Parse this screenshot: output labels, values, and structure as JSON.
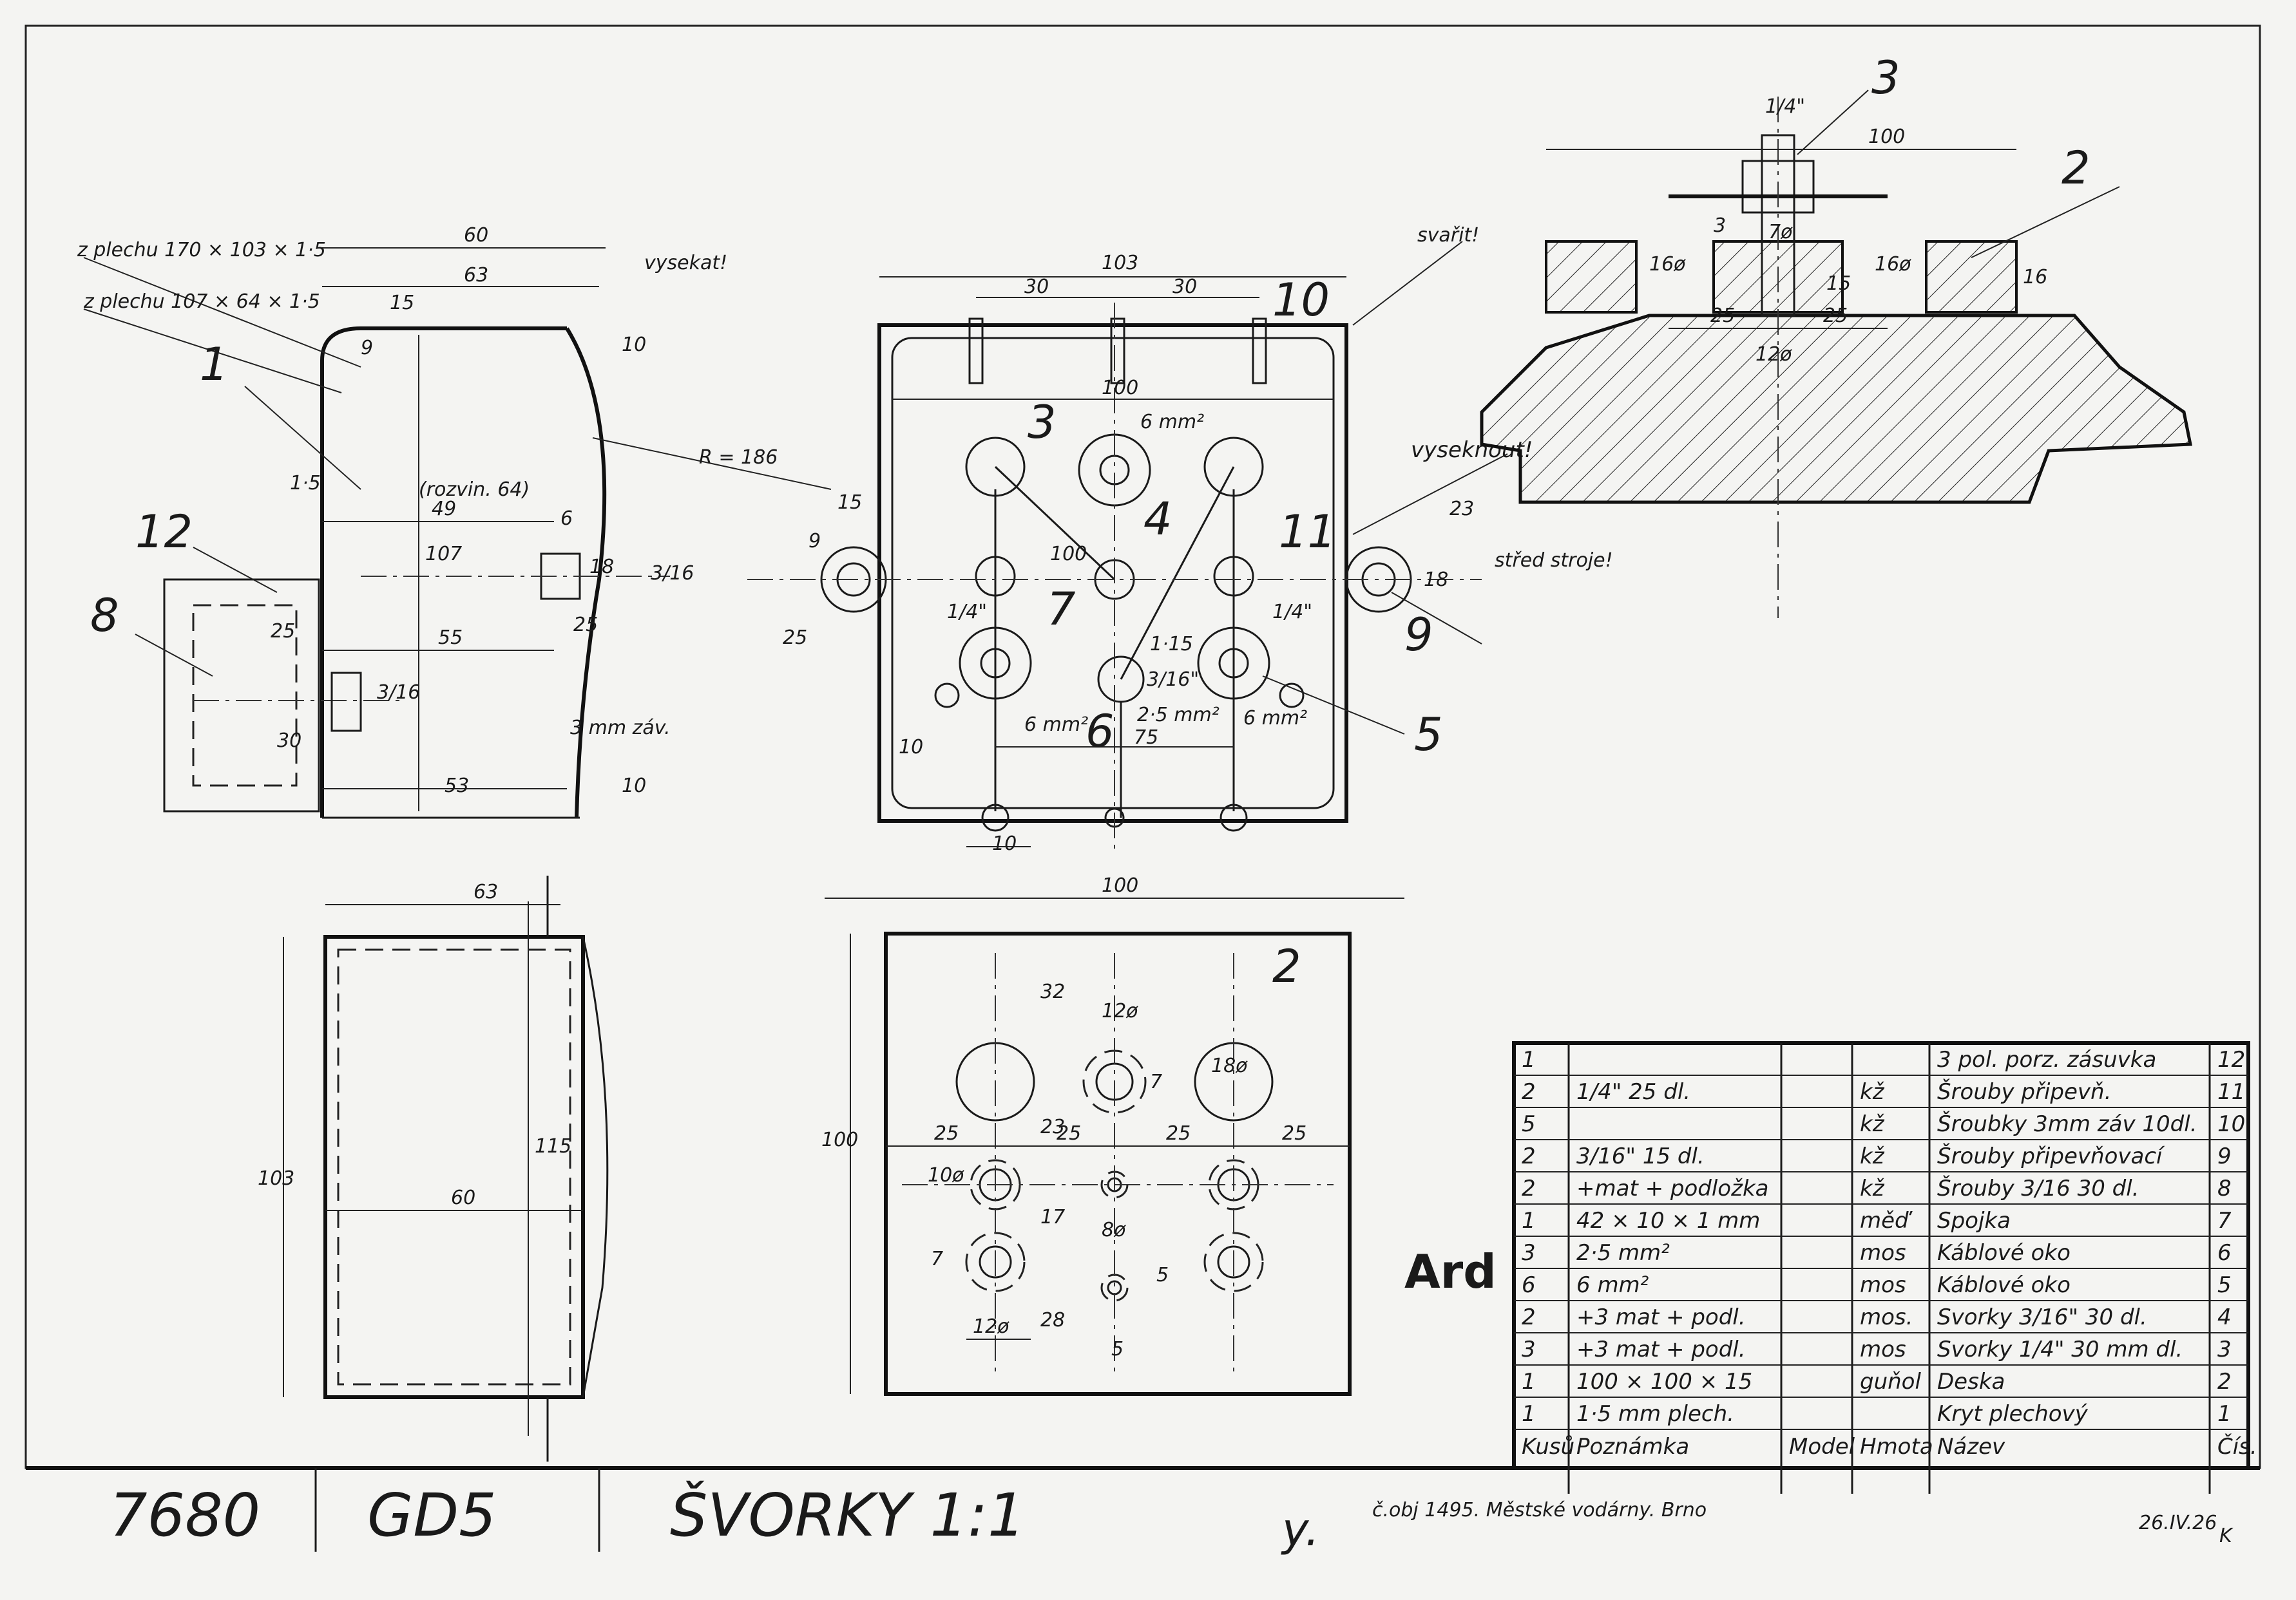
{
  "title_block": {
    "drawing_number": "7680",
    "code": "GD5",
    "title": "ŠVORKY 1:1",
    "signature_initial": "y.",
    "order_ref": "č.obj 1495. Městské vodárny. Brno",
    "date": "26.IV.26",
    "date_initial": "K"
  },
  "stamp": "Ard",
  "parts_table": {
    "headers": [
      "Kusů",
      "Poznámka",
      "Model",
      "Hmota",
      "Název",
      "Čís."
    ],
    "rows": [
      {
        "qty": "1",
        "note": "",
        "model": "",
        "material": "",
        "name": "3 pol. porz. zásuvka",
        "no": "12"
      },
      {
        "qty": "2",
        "note": "1/4\" 25 dl.",
        "model": "",
        "material": "kž",
        "name": "Šrouby připevň.",
        "no": "11"
      },
      {
        "qty": "5",
        "note": "",
        "model": "",
        "material": "kž",
        "name": "Šroubky 3mm záv 10dl.",
        "no": "10"
      },
      {
        "qty": "2",
        "note": "3/16\" 15 dl.",
        "model": "",
        "material": "kž",
        "name": "Šrouby připevňovací",
        "no": "9"
      },
      {
        "qty": "2",
        "note": "+mat + podložka",
        "model": "",
        "material": "kž",
        "name": "Šrouby 3/16 30 dl.",
        "no": "8"
      },
      {
        "qty": "1",
        "note": "42 × 10 × 1 mm",
        "model": "",
        "material": "měď",
        "name": "Spojka",
        "no": "7"
      },
      {
        "qty": "3",
        "note": "2·5 mm²",
        "model": "",
        "material": "mos",
        "name": "Káblové oko",
        "no": "6"
      },
      {
        "qty": "6",
        "note": "6 mm²",
        "model": "",
        "material": "mos",
        "name": "Káblové oko",
        "no": "5"
      },
      {
        "qty": "2",
        "note": "+3 mat + podl.",
        "model": "",
        "material": "mos.",
        "name": "Svorky 3/16\" 30 dl.",
        "no": "4"
      },
      {
        "qty": "3",
        "note": "+3 mat + podl.",
        "model": "",
        "material": "mos",
        "name": "Svorky 1/4\" 30 mm dl.",
        "no": "3"
      },
      {
        "qty": "1",
        "note": "100 × 100 × 15",
        "model": "",
        "material": "guňol",
        "name": "Deska",
        "no": "2"
      },
      {
        "qty": "1",
        "note": "1·5 mm plech.",
        "model": "",
        "material": "",
        "name": "Kryt plechový",
        "no": "1"
      }
    ]
  },
  "side_view": {
    "note_a": "z plechu 170 × 103 × 1·5",
    "note_b": "z plechu 107 × 64 × 1·5",
    "vysekat": "vysekat!",
    "radius": "R = 186",
    "rozvin": "(rozvin. 64)",
    "dims": [
      "60",
      "63",
      "15",
      "9",
      "10",
      "107",
      "49",
      "6",
      "18",
      "3/16",
      "55",
      "25",
      "25",
      "3/16",
      "30",
      "53",
      "10",
      "3 mm záv.",
      "1·5"
    ],
    "parts": [
      "1",
      "12",
      "8"
    ]
  },
  "front_view": {
    "svarit": "svařit!",
    "vyseknout": "vyseknout!",
    "stred_stroje": "střed stroje!",
    "dims": [
      "103",
      "30",
      "30",
      "100",
      "15",
      "9",
      "25",
      "100",
      "1/4\"",
      "1/4\"",
      "1·15",
      "3/16\"",
      "2·5 mm²",
      "6 mm²",
      "6 mm²",
      "6 mm²",
      "75",
      "10",
      "10",
      "23",
      "18"
    ],
    "parts": [
      "10",
      "3",
      "4",
      "7",
      "11",
      "6",
      "5",
      "9"
    ]
  },
  "section_view": {
    "dims": [
      "1/4\"",
      "100",
      "3",
      "16",
      "16ø",
      "16ø",
      "7ø",
      "25",
      "25",
      "12ø",
      "15"
    ],
    "parts": [
      "3",
      "2"
    ]
  },
  "cover_view": {
    "dims": [
      "63",
      "103",
      "115",
      "60"
    ]
  },
  "plate_view": {
    "label": "2",
    "dims": [
      "100",
      "100",
      "32",
      "12ø",
      "7",
      "18ø",
      "23",
      "25",
      "25",
      "25",
      "25",
      "10ø",
      "17",
      "8ø",
      "5",
      "7",
      "12ø",
      "28",
      "5"
    ]
  }
}
